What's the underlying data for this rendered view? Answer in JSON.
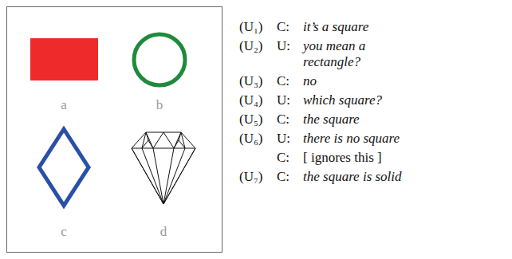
{
  "diagram": {
    "labels": [
      "a",
      "b",
      "c",
      "d",
      "(U₁)",
      "C:",
      "it’s a square",
      "(U₂)",
      "U:",
      "you mean a rectangle?",
      "(U₃)",
      "C:",
      "no",
      "(U₄)",
      "U:",
      "which square?",
      "(U₅)",
      "C:",
      "the square",
      "(U₆)",
      "U:",
      "there is no square",
      "C:",
      "[ ignores this ]",
      "(U₇)",
      "C:",
      "the square is solid"
    ]
  }
}
